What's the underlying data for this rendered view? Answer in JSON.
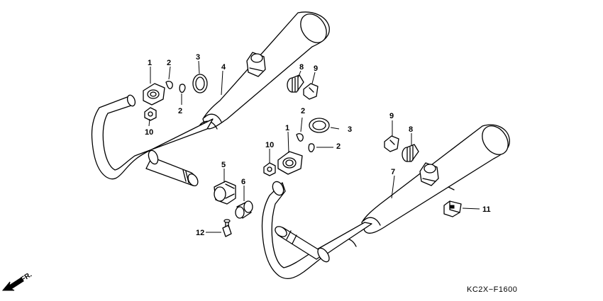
{
  "diagram_code": "KC2X−F1600",
  "direction_label": "FR.",
  "callouts": {
    "left_gasket": "1",
    "left_collar_top": "2",
    "left_collar_bottom": "2",
    "left_gasket_ring": "3",
    "left_muffler": "4",
    "clamp": "5",
    "sleeve": "6",
    "right_muffler": "7",
    "rubber_mid": "8",
    "rubber_right": "8",
    "cap_mid": "9",
    "cap_right": "9",
    "left_nut": "10",
    "right_nut": "10",
    "side_clip": "11",
    "bolt": "12",
    "right_gasket": "1",
    "right_collar_top": "2",
    "right_collar_bottom": "2",
    "right_gasket_ring": "3"
  }
}
